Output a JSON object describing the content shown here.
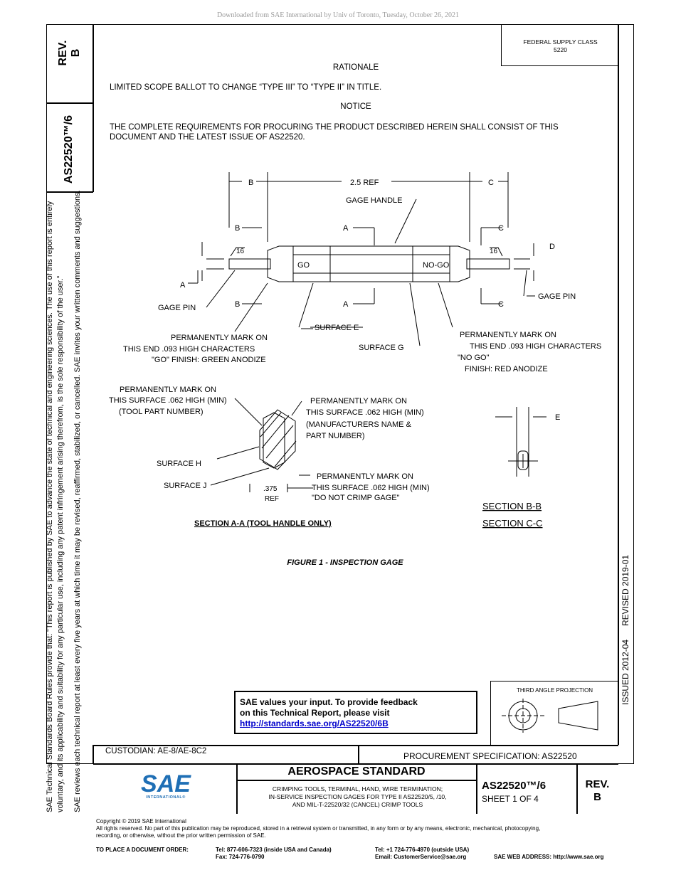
{
  "download_notice": "Downloaded from SAE International by Univ of Toronto, Tuesday, October 26, 2021",
  "left_column": {
    "rev": "REV.",
    "rev_letter": "B",
    "doc_number": "AS22520™/6",
    "disclaimer_line1": "SAE Technical Standards Board Rules provide that: “This report is published by SAE to advance the state of technical and engineering sciences. The use of this report is entirely",
    "disclaimer_line2": "voluntary, and its applicability and suitability for any particular use, including any patent infringement arising therefrom, is the sole responsibility of the user.”",
    "disclaimer_line3": "SAE reviews each technical report at least every five years at which time it may be revised, reaffirmed, stabilized, or cancelled. SAE invites your written comments and suggestions."
  },
  "federal_supply": {
    "line1": "FEDERAL SUPPLY CLASS",
    "line2": "5220"
  },
  "right_strip": {
    "issued": "ISSUED 2012-04",
    "revised": "REVISED 2019-01"
  },
  "rationale": {
    "heading": "RATIONALE",
    "text": "LIMITED SCOPE BALLOT TO CHANGE “TYPE III” TO “TYPE II” IN TITLE."
  },
  "notice": {
    "heading": "NOTICE",
    "line1": "THE COMPLETE REQUIREMENTS FOR PROCURING THE PRODUCT DESCRIBED HEREIN SHALL CONSIST OF THIS",
    "line2": "DOCUMENT AND THE LATEST ISSUE OF AS22520."
  },
  "figure": {
    "caption": "FIGURE 1 - INSPECTION GAGE",
    "labels": {
      "b": "B",
      "ref": "2.5 REF",
      "c": "C",
      "a": "A",
      "d": "D",
      "e": "E",
      "gage_handle": "GAGE HANDLE",
      "go": "GO",
      "nogo": "NO-GO",
      "sixteen": "16",
      "gage_pin": "GAGE PIN",
      "surface_e": "SURFACE E",
      "surface_g": "SURFACE G",
      "surface_h": "SURFACE H",
      "surface_j": "SURFACE J",
      "mark_go_1": "PERMANENTLY MARK ON",
      "mark_go_2": "THIS END .093 HIGH CHARACTERS",
      "mark_go_3": "\"GO\"  FINISH: GREEN ANODIZE",
      "mark_nogo_1": "PERMANENTLY MARK ON",
      "mark_nogo_2": "THIS END .093 HIGH CHARACTERS",
      "mark_nogo_3": "\"NO GO\"",
      "mark_nogo_4": "FINISH: RED ANODIZE",
      "mark_tool_1": "PERMANENTLY MARK ON",
      "mark_tool_2": "THIS SURFACE .062 HIGH (MIN)",
      "mark_tool_3": "(TOOL PART NUMBER)",
      "mark_mfr_1": "PERMANENTLY MARK ON",
      "mark_mfr_2": "THIS SURFACE .062 HIGH (MIN)",
      "mark_mfr_3": "(MANUFACTURERS NAME &",
      "mark_mfr_4": "PART NUMBER)",
      "mark_crimp_1": "PERMANENTLY MARK ON",
      "mark_crimp_2": "THIS SURFACE .062 HIGH (MIN)",
      "mark_crimp_3": "\"DO NOT CRIMP GAGE\"",
      "dim_375": ".375",
      "dim_ref": "REF",
      "section_aa": "SECTION A-A (TOOL HANDLE ONLY)",
      "section_bb": "SECTION B-B",
      "section_cc": "SECTION C-C"
    }
  },
  "feedback": {
    "line1": "SAE values your input. To provide feedback",
    "line2": "on this Technical Report, please visit",
    "link": "http://standards.sae.org/AS22520/6B"
  },
  "third_angle": "THIRD ANGLE PROJECTION",
  "title_block": {
    "custodian": "CUSTODIAN: AE-8/AE-8C2",
    "procurement": "PROCUREMENT SPECIFICATION: AS22520",
    "logo_text": "SAE",
    "logo_sub": "INTERNATIONAL®",
    "standard": "AEROSPACE STANDARD",
    "title_line1": "CRIMPING TOOLS, TERMINAL, HAND, WIRE TERMINATION;",
    "title_line2": "IN-SERVICE INSPECTION GAGES FOR TYPE II AS22520/5, /10,",
    "title_line3": "AND MIL-T-22520/32 (CANCEL) CRIMP TOOLS",
    "doc_number": "AS22520™/6",
    "sheet": "SHEET 1 OF 4",
    "rev": "REV.",
    "rev_letter": "B"
  },
  "footer": {
    "copyright": "Copyright © 2019 SAE International",
    "rights1": "All rights reserved. No part of this publication may be reproduced, stored in a retrieval system or transmitted, in any form or by any means, electronic, mechanical, photocopying,",
    "rights2": "recording, or otherwise, without the prior written permission of SAE.",
    "order_label": "TO PLACE A DOCUMENT ORDER:",
    "tel_us": "Tel: 877-606-7323 (inside USA and Canada)",
    "fax": "Fax: 724-776-0790",
    "tel_intl": "Tel: +1 724-776-4970 (outside USA)",
    "email": "Email: CustomerService@sae.org",
    "web": "SAE WEB ADDRESS: http://www.sae.org"
  },
  "colors": {
    "link": "#0000cc",
    "logo_blue": "#1f6fb5"
  }
}
